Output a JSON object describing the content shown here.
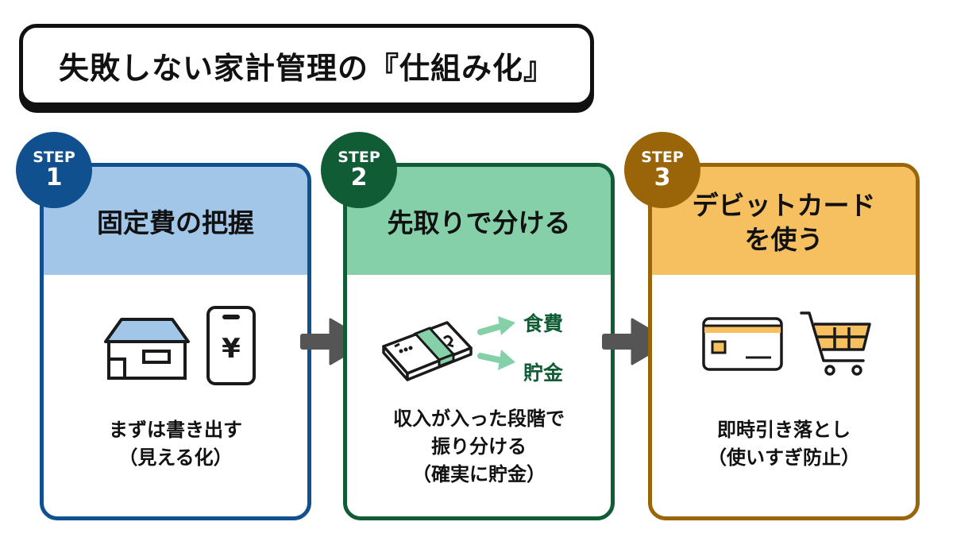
{
  "title": "失敗しない家計管理の『仕組み化』",
  "colors": {
    "step1_border": "#10508f",
    "step1_header": "#a2c6e8",
    "step2_border": "#0f5c35",
    "step2_header": "#85cfa9",
    "step3_border": "#9a6408",
    "step3_header": "#f6c060",
    "arrow": "#555555"
  },
  "steps": [
    {
      "badge_label": "STEP",
      "number": "1",
      "heading": "固定費の把握",
      "icons": [
        "house-icon",
        "smartphone-yen-icon"
      ],
      "description": [
        "まずは書き出す",
        "（見える化）"
      ]
    },
    {
      "badge_label": "STEP",
      "number": "2",
      "heading": "先取りで分ける",
      "icons": [
        "money-bundle-icon",
        "split-arrow-icon"
      ],
      "split_targets": [
        "食費",
        "貯金"
      ],
      "description": [
        "収入が入った段階で",
        "振り分ける",
        "（確実に貯金）"
      ]
    },
    {
      "badge_label": "STEP",
      "number": "3",
      "heading_lines": [
        "デビットカード",
        "を使う"
      ],
      "icons": [
        "credit-card-icon",
        "shopping-cart-icon"
      ],
      "description": [
        "即時引き落とし",
        "（使いすぎ防止）"
      ]
    }
  ]
}
